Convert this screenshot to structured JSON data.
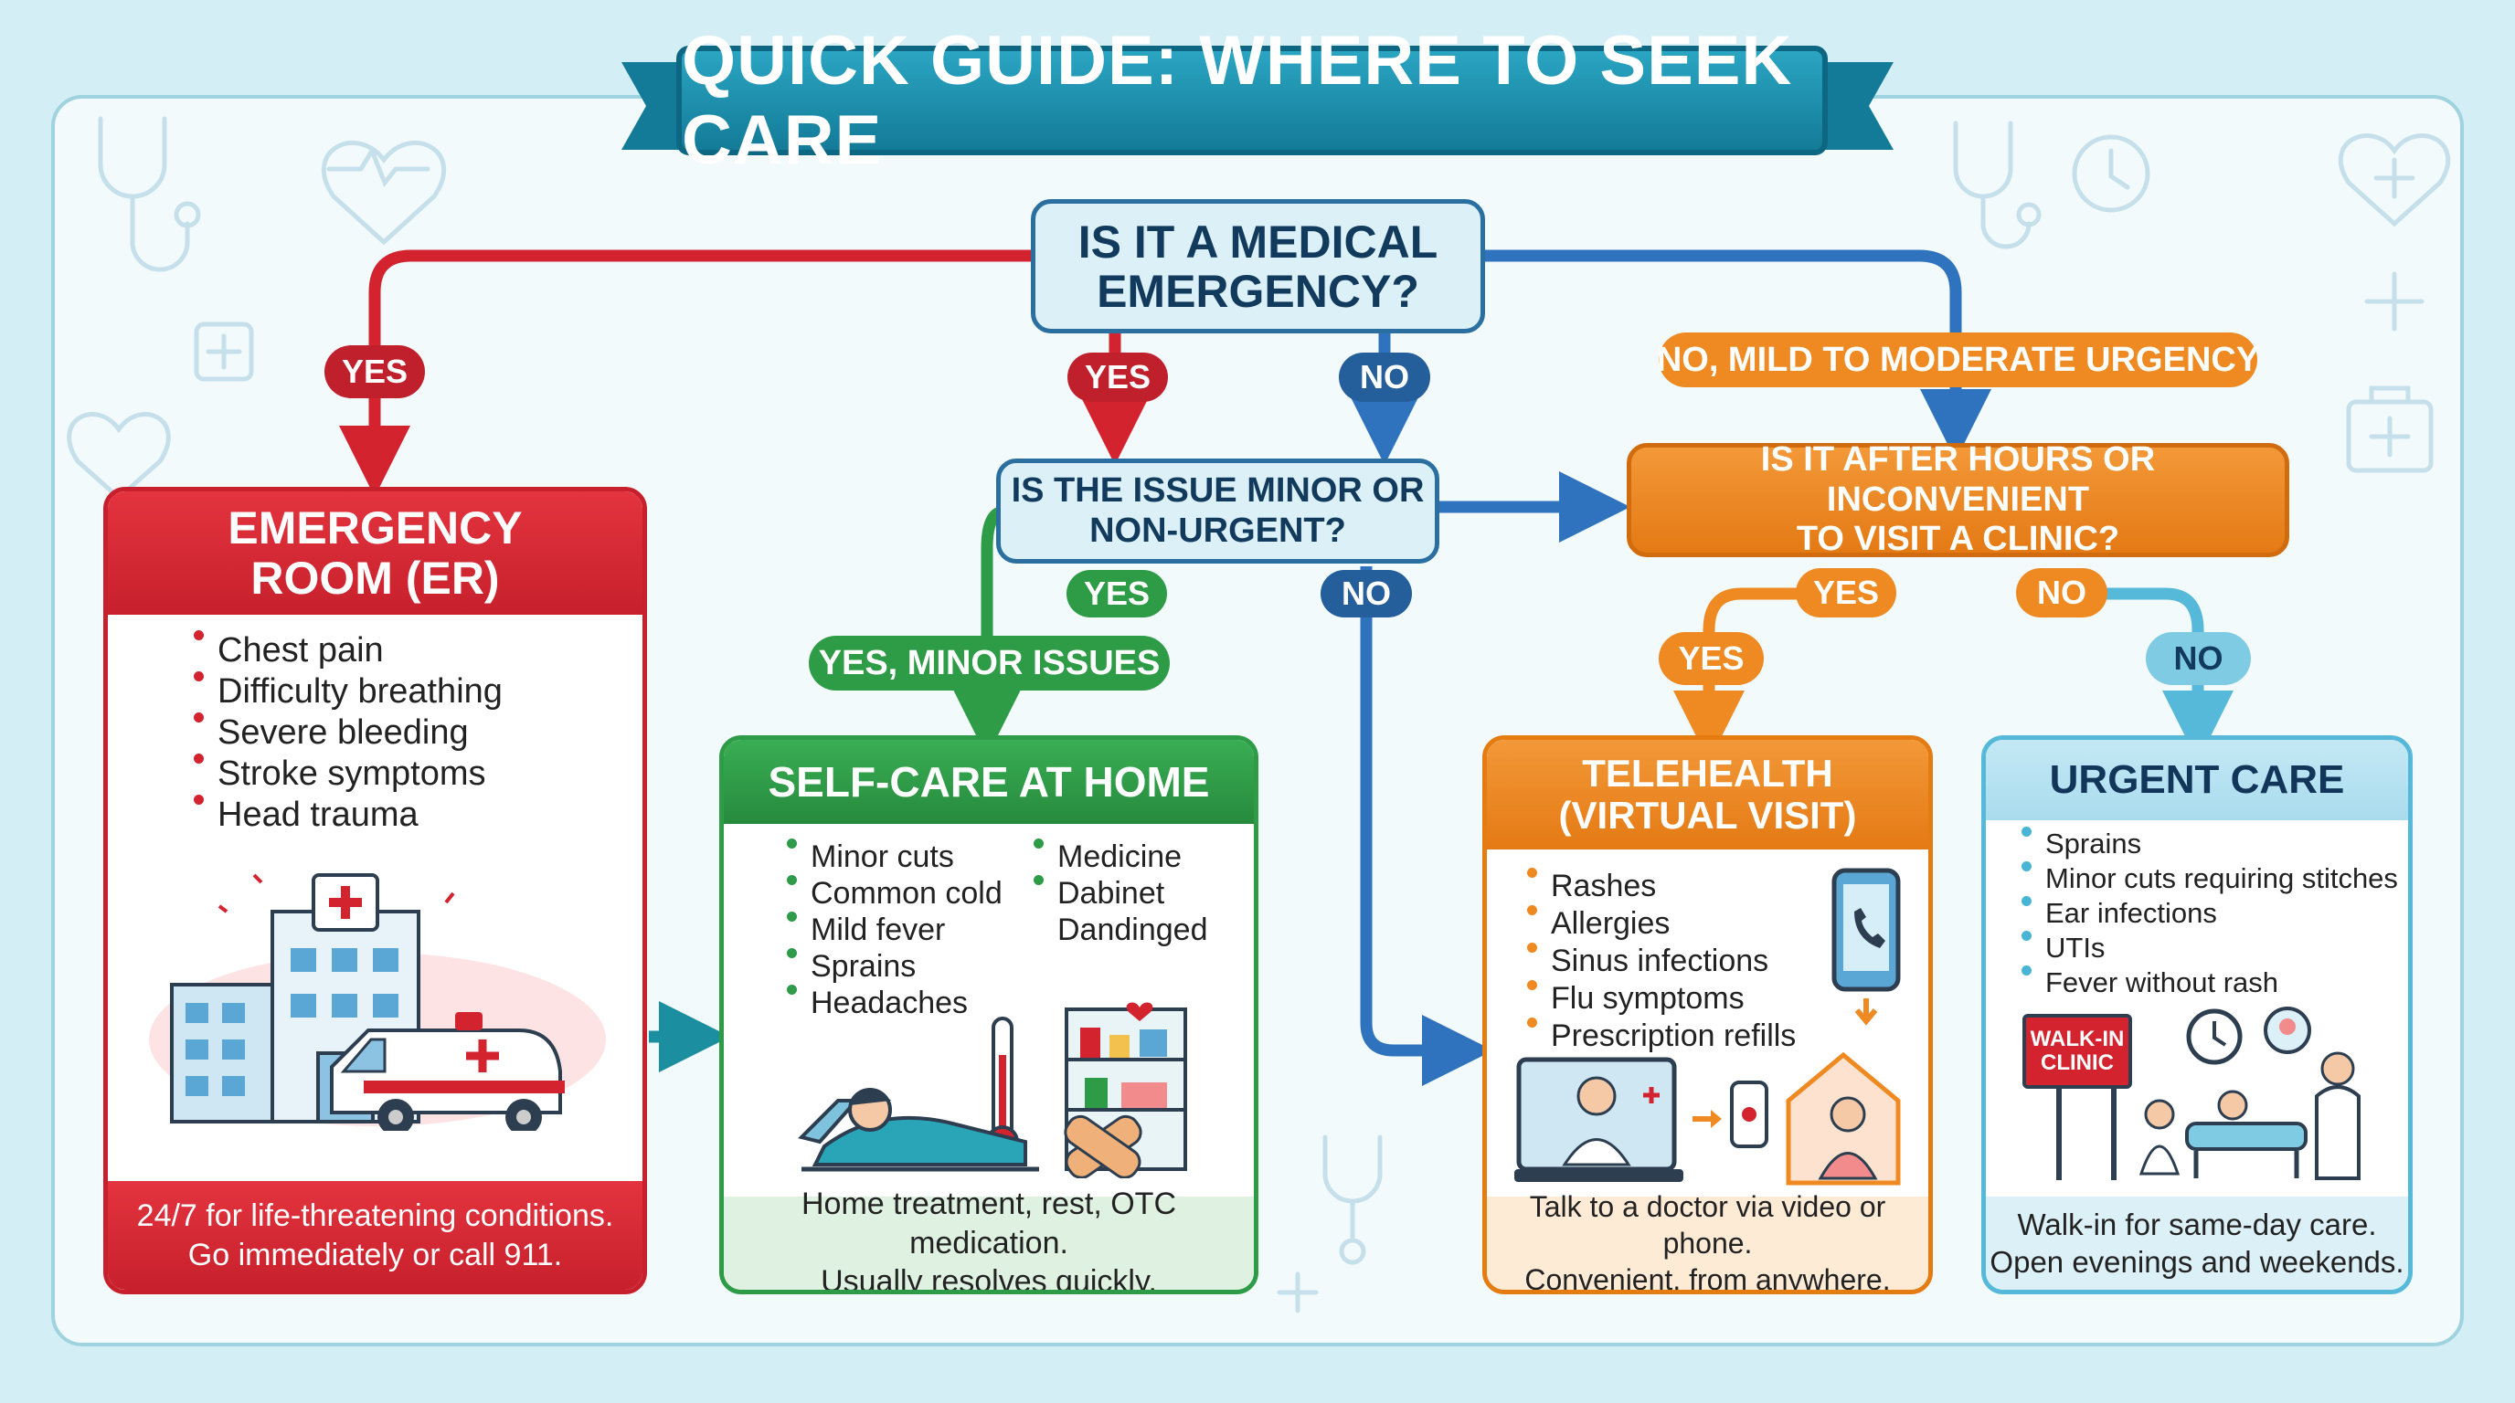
{
  "title": "QUICK GUIDE: WHERE TO SEEK CARE",
  "q_emergency": {
    "line1": "IS IT A MEDICAL",
    "line2": "EMERGENCY?"
  },
  "q_minor": {
    "line1": "IS THE ISSUE MINOR OR",
    "line2": "NON-URGENT?"
  },
  "q_afterhours": {
    "line1": "IS IT AFTER HOURS OR INCONVENIENT",
    "line2": "TO VISIT A CLINIC?"
  },
  "labels": {
    "yes_er": "YES",
    "yes_center": "YES",
    "no_center": "NO",
    "mild_moderate": "NO, MILD TO MODERATE URGENCY",
    "yes_minor": "YES",
    "no_minor": "NO",
    "yes_minor_issues": "YES, MINOR ISSUES",
    "yes_after": "YES",
    "no_after": "NO",
    "yes_tele": "YES",
    "no_urgent": "NO"
  },
  "er": {
    "title1": "EMERGENCY",
    "title2": "ROOM (ER)",
    "items": [
      "Chest pain",
      "Difficulty breathing",
      "Severe bleeding",
      "Stroke symptoms",
      "Head trauma"
    ],
    "footer1": "24/7 for life-threatening conditions.",
    "footer2": "Go immediately or call 911."
  },
  "selfcare": {
    "title": "SELF-CARE AT HOME",
    "items_left": [
      "Minor cuts",
      "Common cold",
      "Mild fever",
      "Sprains",
      "Headaches"
    ],
    "items_right": [
      "Medicine",
      "Dabinet"
    ],
    "items_right_cont": "Dandinged",
    "footer1": "Home treatment, rest, OTC medication.",
    "footer2": "Usually resolves quickly."
  },
  "telehealth": {
    "title1": "TELEHEALTH",
    "title2": "(VIRTUAL VISIT)",
    "items": [
      "Rashes",
      "Allergies",
      "Sinus infections",
      "Flu symptoms",
      "Prescription refills"
    ],
    "footer1": "Talk to a doctor via video or phone.",
    "footer2": "Convenient, from anywhere."
  },
  "urgent": {
    "title": "URGENT CARE",
    "items": [
      "Sprains",
      "Minor cuts requiring stitches",
      "Ear infections",
      "UTIs",
      "Fever without rash"
    ],
    "sign1": "WALK-IN",
    "sign2": "CLINIC",
    "footer1": "Walk-in for same-day care.",
    "footer2": "Open evenings and weekends."
  },
  "colors": {
    "red": "#d3232f",
    "green": "#2e9b47",
    "blue": "#2f73bf",
    "orange": "#ee8a21",
    "light_blue": "#56b9d9",
    "teal": "#137b98"
  }
}
